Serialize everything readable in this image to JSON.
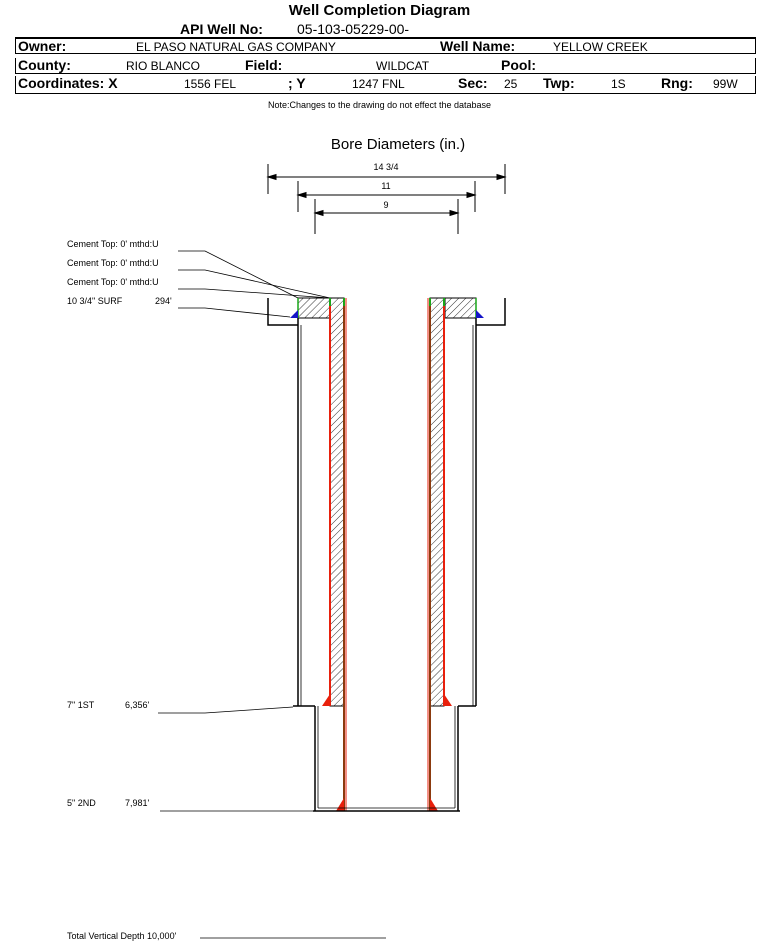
{
  "header": {
    "title": "Well Completion Diagram",
    "api_label": "API Well No:",
    "api_value": "05-103-05229-00-",
    "owner_label": "Owner:",
    "owner_value": "EL PASO NATURAL GAS COMPANY",
    "wellname_label": "Well Name:",
    "wellname_value": "YELLOW CREEK",
    "county_label": "County:",
    "county_value": "RIO BLANCO",
    "field_label": "Field:",
    "field_value": "WILDCAT",
    "pool_label": "Pool:",
    "pool_value": "",
    "coord_label": "Coordinates: X",
    "coord_x": "1556 FEL",
    "coord_y_label": "; Y",
    "coord_y": "1247 FNL",
    "sec_label": "Sec:",
    "sec_value": "25",
    "twp_label": "Twp:",
    "twp_value": "1S",
    "rng_label": "Rng:",
    "rng_value": "99W",
    "note": "Note:Changes to the drawing do not effect the database"
  },
  "diagram": {
    "bore_title": "Bore Diameters (in.)",
    "bore_diameters": [
      "14 3/4",
      "11",
      "9"
    ],
    "cement_tops": [
      "Cement Top: 0' mthd:U",
      "Cement Top: 0' mthd:U",
      "Cement Top: 0' mthd:U"
    ],
    "casings": [
      {
        "name": "10 3/4\" SURF",
        "depth": "294'"
      },
      {
        "name": "7\" 1ST",
        "depth": "6,356'"
      },
      {
        "name": "5\" 2ND",
        "depth": "7,981'"
      }
    ],
    "tvd": "Total Vertical Depth 10,000'"
  },
  "colors": {
    "cement_fill": "#ffffff",
    "casing_red": "#e8200c",
    "casing_brown": "#8b3a0e",
    "casing_green": "#19a619",
    "shoe_blue": "#1414c8",
    "shoe_red": "#e8200c"
  }
}
